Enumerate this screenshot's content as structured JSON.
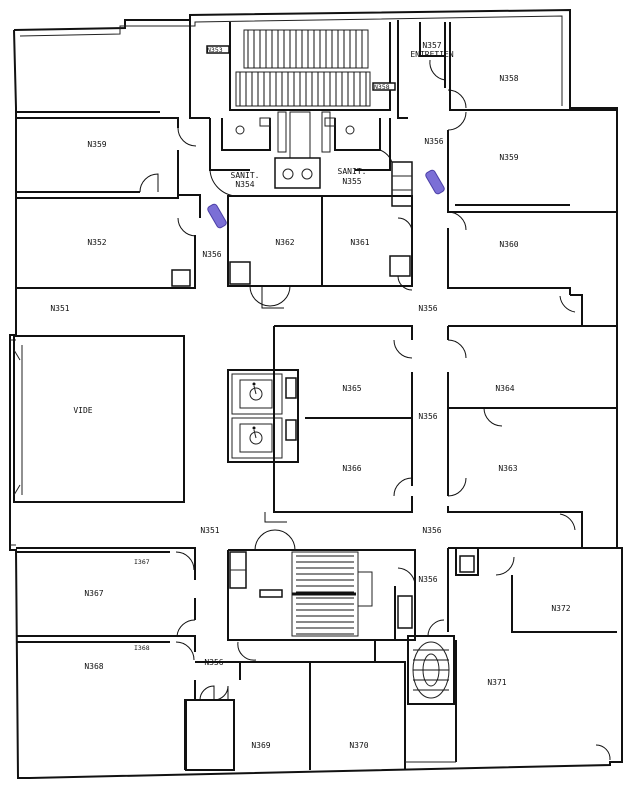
{
  "rooms": {
    "r353": "N353",
    "r357": "N357",
    "r357b": "ENTRETIEN",
    "r358": "N358",
    "r359": "N359",
    "r358b": "N358",
    "r354a": "SANIT.",
    "r354b": "N354",
    "r355a": "SANIT.",
    "r355b": "N355",
    "r356a": "N356",
    "r352": "N352",
    "r362": "N362",
    "r361": "N361",
    "r360": "N360",
    "r351": "N351",
    "r356b": "N356",
    "vide": "VIDE",
    "r365": "N365",
    "r356c": "N356",
    "r364": "N364",
    "r366": "N366",
    "r363": "N363",
    "r351b": "N351",
    "r356d": "N356",
    "r367a": "I367",
    "r367": "N367",
    "r356e": "N356",
    "r372": "N372",
    "r368a": "I368",
    "r368": "N368",
    "r356f": "N356",
    "r371": "N371",
    "r369": "N369",
    "r370": "N370"
  },
  "colors": {
    "wall": "#111111",
    "extinguisher": "#7b6fd6"
  },
  "icons": [
    "wheelchair-icon",
    "extinguisher-icon"
  ]
}
